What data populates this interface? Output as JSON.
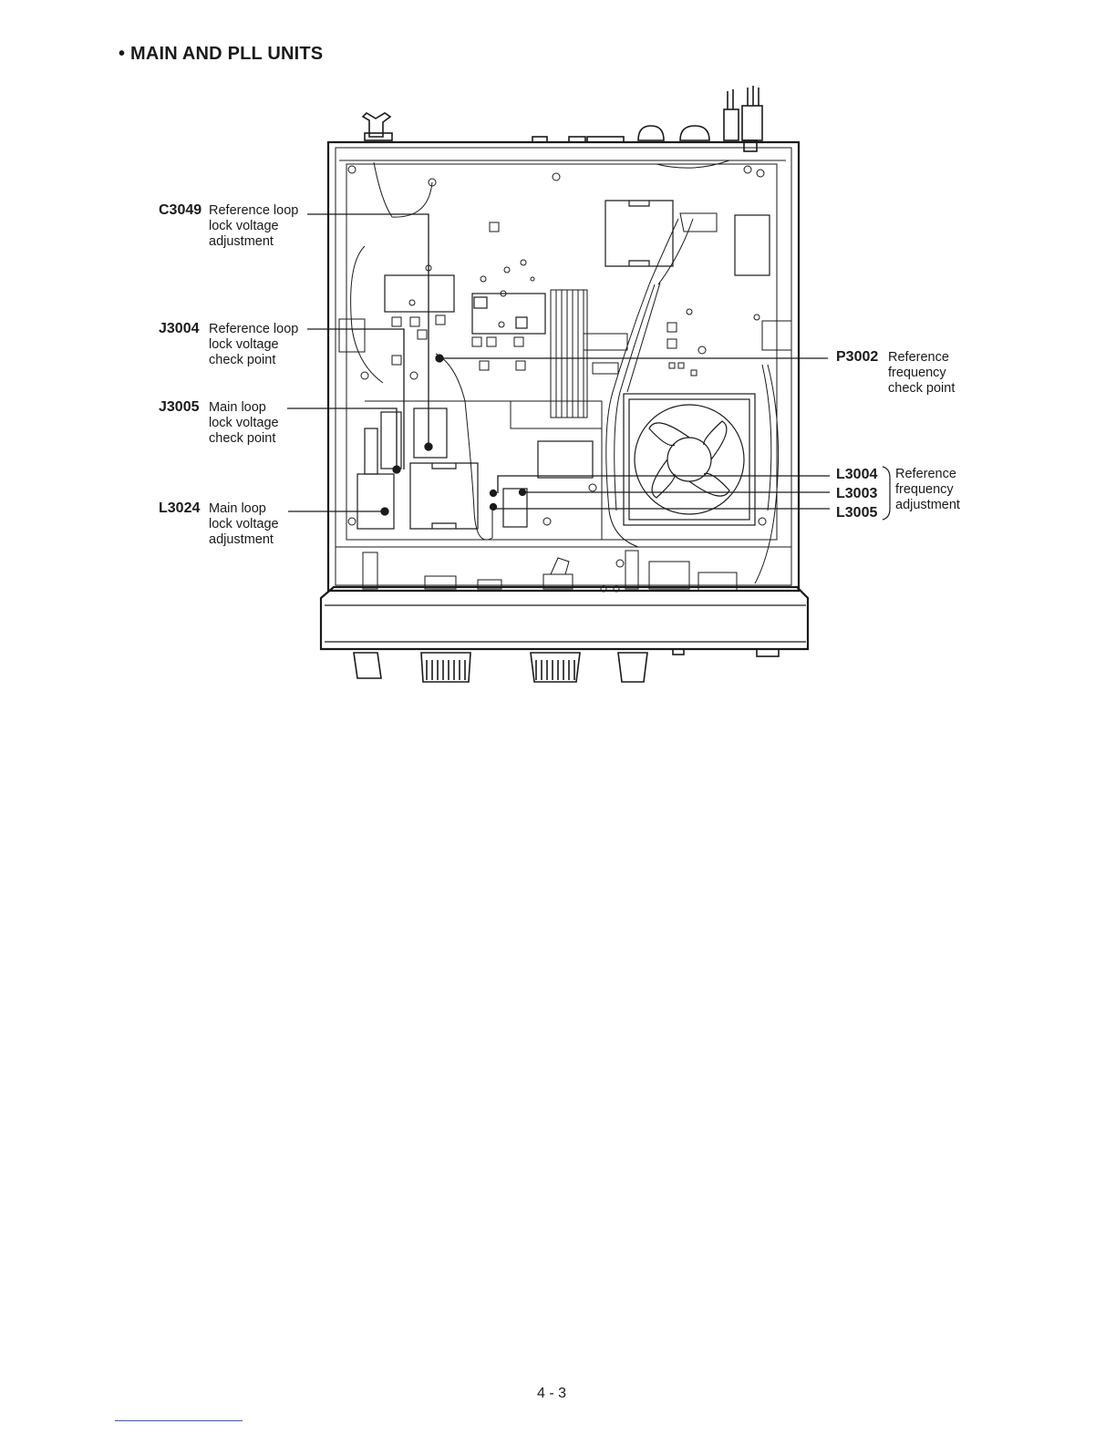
{
  "heading": "• MAIN AND PLL UNITS",
  "callouts": {
    "c3049": {
      "ref": "C3049",
      "desc": [
        "Reference loop",
        "lock voltage",
        "adjustment"
      ]
    },
    "j3004": {
      "ref": "J3004",
      "desc": [
        "Reference loop",
        "lock voltage",
        "check point"
      ]
    },
    "j3005": {
      "ref": "J3005",
      "desc": [
        "Main loop",
        "lock voltage",
        "check point"
      ]
    },
    "l3024": {
      "ref": "L3024",
      "desc": [
        "Main loop",
        "lock voltage",
        "adjustment"
      ]
    },
    "p3002": {
      "ref": "P3002",
      "desc": [
        "Reference",
        "frequency",
        "check point"
      ]
    },
    "lgroup": {
      "refs": [
        "L3004",
        "L3003",
        "L3005"
      ],
      "desc": [
        "Reference",
        "frequency",
        "adjustment"
      ]
    }
  },
  "page_number": "4 - 3"
}
